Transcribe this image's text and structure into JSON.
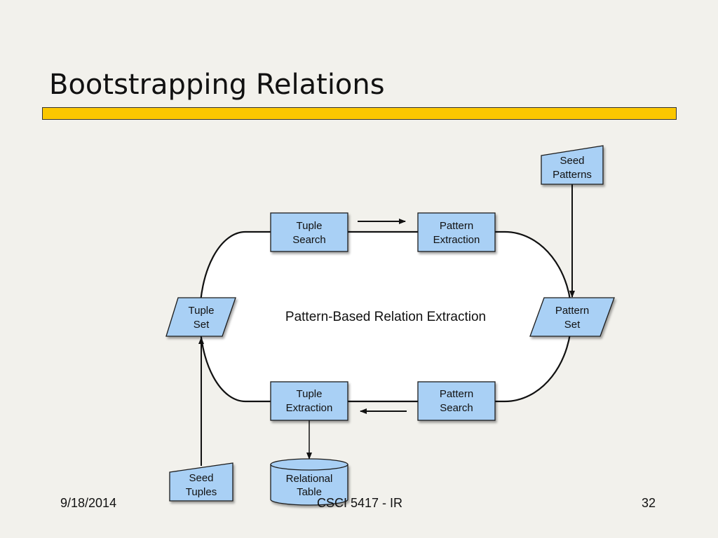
{
  "slide": {
    "title": "Bootstrapping Relations",
    "footer_date": "9/18/2014",
    "footer_course": "CSCI 5417 - IR",
    "footer_page": "32"
  },
  "diagram": {
    "center_label": "Pattern-Based Relation Extraction",
    "nodes": {
      "seed_patterns": [
        "Seed",
        "Patterns"
      ],
      "tuple_search": [
        "Tuple",
        "Search"
      ],
      "pattern_extraction": [
        "Pattern",
        "Extraction"
      ],
      "tuple_set": [
        "Tuple",
        "Set"
      ],
      "pattern_set": [
        "Pattern",
        "Set"
      ],
      "tuple_extraction": [
        "Tuple",
        "Extraction"
      ],
      "pattern_search": [
        "Pattern",
        "Search"
      ],
      "seed_tuples": [
        "Seed",
        "Tuples"
      ],
      "relational_table": [
        "Relational",
        "Table"
      ]
    },
    "colors": {
      "box_fill": "#a9d0f5",
      "box_stroke": "#1a1a1a",
      "title_bar": "#fbc700",
      "background": "#f2f1ec"
    }
  }
}
